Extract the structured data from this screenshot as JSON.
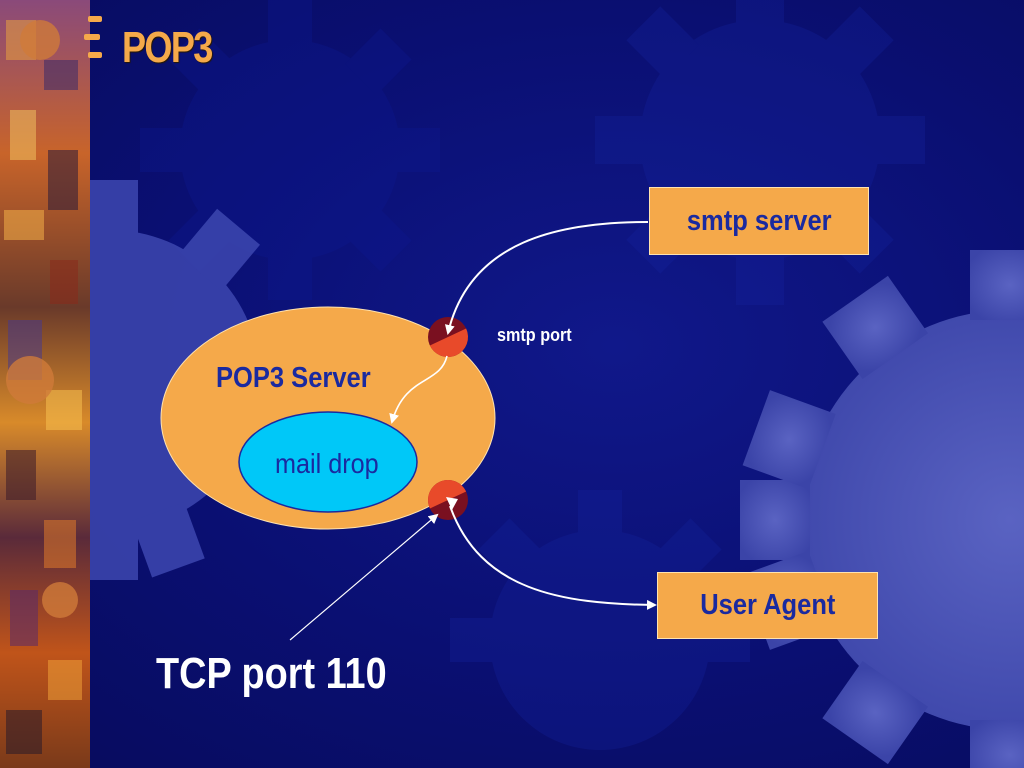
{
  "slide": {
    "title": "POP3"
  },
  "diagram": {
    "pop3_server_label": "POP3 Server",
    "mail_drop_label": "mail drop",
    "smtp_server_label": "smtp server",
    "user_agent_label": "User Agent",
    "smtp_port_label": "smtp port",
    "tcp_port_label": "TCP port 110"
  },
  "colors": {
    "background": "#0b0f6e",
    "title": "#f5a94a",
    "box_fill": "#f5a94a",
    "box_text": "#1a2aa0",
    "mail_drop_fill": "#00c8f8",
    "port_fill": "#e84a2a",
    "port_dark": "#7a1020",
    "arrow": "#ffffff"
  }
}
